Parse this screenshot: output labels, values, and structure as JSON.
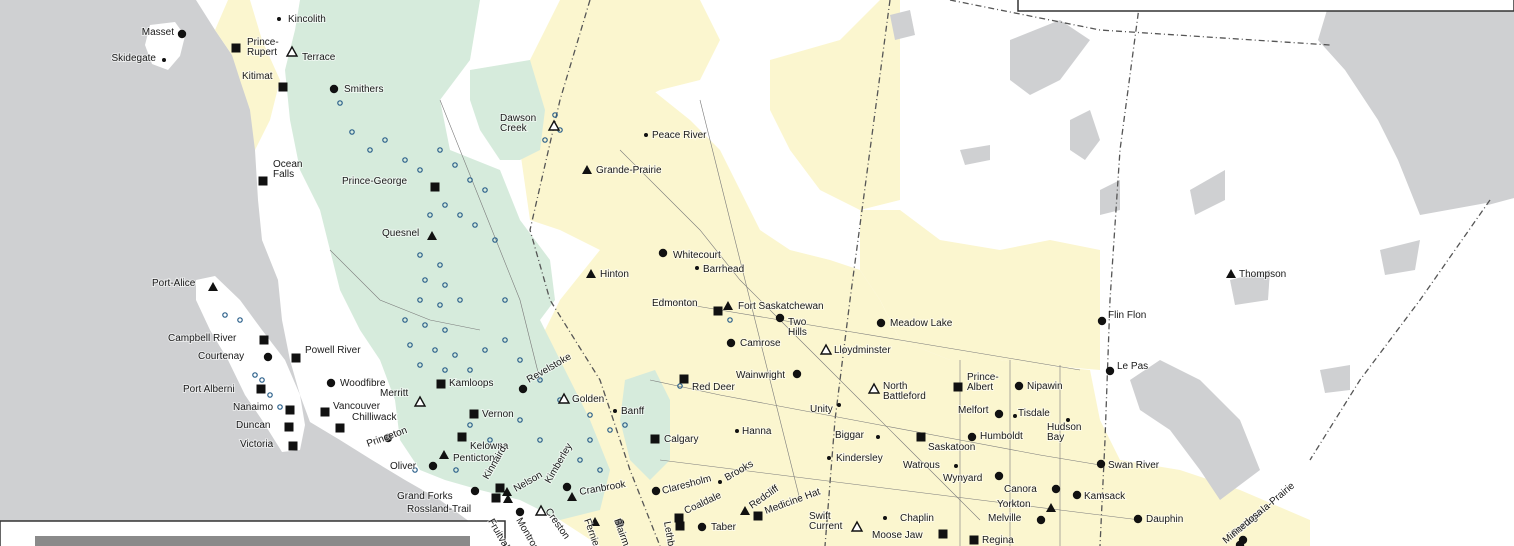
{
  "map": {
    "colors": {
      "ocean": "#cfd0d2",
      "land_white": "#ffffff",
      "land_yellow": "#fbf6cf",
      "land_green": "#d6ebdc",
      "boundary": "#555555",
      "symbol": "#111111",
      "small_circle": "#2a5f8a"
    },
    "places": [
      {
        "name": "Kincolith",
        "symbol": "dot"
      },
      {
        "name": "Masset",
        "symbol": "circle"
      },
      {
        "name": "Skidegate",
        "symbol": "dot"
      },
      {
        "name": "Prince-\nRupert",
        "symbol": "square"
      },
      {
        "name": "Terrace",
        "symbol": "triangle-open"
      },
      {
        "name": "Kitimat",
        "symbol": "square"
      },
      {
        "name": "Smithers",
        "symbol": "circle"
      },
      {
        "name": "Ocean\nFalls",
        "symbol": "square"
      },
      {
        "name": "Prince-George",
        "symbol": "square"
      },
      {
        "name": "Quesnel",
        "symbol": "triangle"
      },
      {
        "name": "Dawson\nCreek",
        "symbol": "triangle-open"
      },
      {
        "name": "Peace River",
        "symbol": "dot"
      },
      {
        "name": "Grande-Prairie",
        "symbol": "triangle"
      },
      {
        "name": "Whitecourt",
        "symbol": "circle"
      },
      {
        "name": "Barrhead",
        "symbol": "dot"
      },
      {
        "name": "Hinton",
        "symbol": "triangle"
      },
      {
        "name": "Edmonton",
        "symbol": "square"
      },
      {
        "name": "Fort Saskatchewan",
        "symbol": "triangle"
      },
      {
        "name": "Two\nHills",
        "symbol": "circle"
      },
      {
        "name": "Meadow Lake",
        "symbol": "circle"
      },
      {
        "name": "Camrose",
        "symbol": "circle"
      },
      {
        "name": "Lloydminster",
        "symbol": "triangle-open"
      },
      {
        "name": "Port-Alice",
        "symbol": "triangle"
      },
      {
        "name": "Campbell River",
        "symbol": "square"
      },
      {
        "name": "Courtenay",
        "symbol": "circle"
      },
      {
        "name": "Powell River",
        "symbol": "square"
      },
      {
        "name": "Port Alberni",
        "symbol": "square"
      },
      {
        "name": "Woodfibre",
        "symbol": "circle"
      },
      {
        "name": "Kamloops",
        "symbol": "square"
      },
      {
        "name": "Merritt",
        "symbol": "triangle-open"
      },
      {
        "name": "Revelstoke",
        "symbol": "circle"
      },
      {
        "name": "Golden",
        "symbol": "triangle-open"
      },
      {
        "name": "Banff",
        "symbol": "dot"
      },
      {
        "name": "Red Deer",
        "symbol": "square"
      },
      {
        "name": "Wainwright",
        "symbol": "circle"
      },
      {
        "name": "North\nBattleford",
        "symbol": "triangle-open"
      },
      {
        "name": "Prince-\nAlbert",
        "symbol": "square"
      },
      {
        "name": "Nipawin",
        "symbol": "circle"
      },
      {
        "name": "Flin Flon",
        "symbol": "circle"
      },
      {
        "name": "Le Pas",
        "symbol": "circle"
      },
      {
        "name": "Thompson",
        "symbol": "triangle"
      },
      {
        "name": "Nanaimo",
        "symbol": "square"
      },
      {
        "name": "Vancouver",
        "symbol": "square"
      },
      {
        "name": "Chilliwack",
        "symbol": "square"
      },
      {
        "name": "Vernon",
        "symbol": "square"
      },
      {
        "name": "Duncan",
        "symbol": "square"
      },
      {
        "name": "Victoria",
        "symbol": "square"
      },
      {
        "name": "Kelowna",
        "symbol": "square"
      },
      {
        "name": "Penticton",
        "symbol": "triangle"
      },
      {
        "name": "Princeton",
        "symbol": "circle"
      },
      {
        "name": "Oliver",
        "symbol": "circle"
      },
      {
        "name": "Calgary",
        "symbol": "square"
      },
      {
        "name": "Hanna",
        "symbol": "dot"
      },
      {
        "name": "Unity",
        "symbol": "dot"
      },
      {
        "name": "Melfort",
        "symbol": "circle"
      },
      {
        "name": "Tisdale",
        "symbol": "dot"
      },
      {
        "name": "Hudson\nBay",
        "symbol": "dot"
      },
      {
        "name": "Biggar",
        "symbol": "dot"
      },
      {
        "name": "Saskatoon",
        "symbol": "square"
      },
      {
        "name": "Humboldt",
        "symbol": "circle"
      },
      {
        "name": "Kindersley",
        "symbol": "dot"
      },
      {
        "name": "Watrous",
        "symbol": "dot"
      },
      {
        "name": "Wynyard",
        "symbol": "circle"
      },
      {
        "name": "Swan River",
        "symbol": "circle"
      },
      {
        "name": "Canora",
        "symbol": "circle"
      },
      {
        "name": "Yorkton",
        "symbol": "triangle"
      },
      {
        "name": "Kamsack",
        "symbol": "circle"
      },
      {
        "name": "Dauphin",
        "symbol": "circle"
      },
      {
        "name": "Grand Forks",
        "symbol": "circle"
      },
      {
        "name": "Rossland-Trail",
        "symbol": "square"
      },
      {
        "name": "Nelson",
        "symbol": "square"
      },
      {
        "name": "Kimberley",
        "symbol": "circle"
      },
      {
        "name": "Kinnaird",
        "symbol": "triangle"
      },
      {
        "name": "Cranbrook",
        "symbol": "triangle"
      },
      {
        "name": "Fruitvale",
        "symbol": "triangle"
      },
      {
        "name": "Montrose",
        "symbol": "circle"
      },
      {
        "name": "Creston",
        "symbol": "triangle-open"
      },
      {
        "name": "Fernie",
        "symbol": "triangle"
      },
      {
        "name": "Blairmore",
        "symbol": "circle"
      },
      {
        "name": "Claresholm",
        "symbol": "circle"
      },
      {
        "name": "Brooks",
        "symbol": "dot"
      },
      {
        "name": "Coaldale",
        "symbol": "square"
      },
      {
        "name": "Lethbridge",
        "symbol": "square"
      },
      {
        "name": "Taber",
        "symbol": "circle"
      },
      {
        "name": "Redcliff",
        "symbol": "triangle"
      },
      {
        "name": "Medicine Hat",
        "symbol": "square"
      },
      {
        "name": "Swift\nCurrent",
        "symbol": "triangle-open"
      },
      {
        "name": "Chaplin",
        "symbol": "dot"
      },
      {
        "name": "Moose Jaw",
        "symbol": "square"
      },
      {
        "name": "Regina",
        "symbol": "square"
      },
      {
        "name": "Melville",
        "symbol": "circle"
      },
      {
        "name": "Portage-la-Prairie",
        "symbol": "circle"
      },
      {
        "name": "Minnedosa",
        "symbol": "circle"
      }
    ]
  }
}
